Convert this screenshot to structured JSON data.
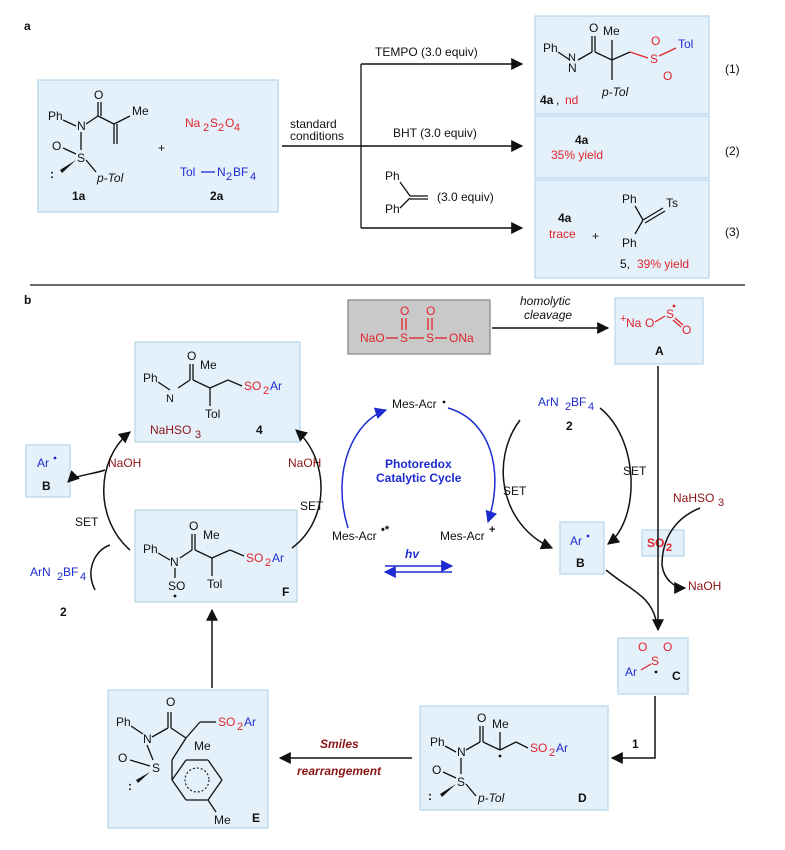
{
  "panel_a": {
    "label": "a",
    "substrate": {
      "ph": "Ph",
      "me": "Me",
      "o": "O",
      "s": "S",
      "n": "N",
      "ptol": "p-Tol",
      "lp": ":",
      "code": "1a"
    },
    "plus": "+",
    "reagent": {
      "na": "Na",
      "sub2": "2",
      "s": "S",
      "sub4": "4",
      "o": "O",
      "tol": "Tol",
      "n": "N",
      "bf": "BF",
      "code": "2a"
    },
    "conditions_1": "standard",
    "conditions_2": "conditions",
    "tempo": "TEMPO (3.0 equiv)",
    "bht": "BHT (3.0 equiv)",
    "alkene_equiv": "(3.0 equiv)",
    "product_4a": "4a",
    "nd": "nd",
    "sep": ",",
    "yield_35": "35% yield",
    "trace": "trace",
    "plus2": "+",
    "code_5": "5,",
    "yield_39": "39% yield",
    "ts": "Ts",
    "tol2": "Tol",
    "eq1": "(1)",
    "eq2": "(2)",
    "eq3": "(3)"
  },
  "panel_b": {
    "label": "b",
    "dithionite": {
      "nao": "NaO",
      "s": "S",
      "ona": "ONa",
      "o": "O"
    },
    "homolytic": "homolytic",
    "cleavage": "cleavage",
    "A": {
      "plus": "+",
      "na": "Na",
      "o": "O",
      "s": "S",
      "code": "A"
    },
    "product4": {
      "code": "4",
      "nahso3": "NaHSO",
      "sub3": "3",
      "so2ar": "SO",
      "ar": "Ar",
      "tol": "Tol"
    },
    "mes_acr": "Mes-Acr",
    "mes_acr_star": "Mes-Acr",
    "mes_acr_plus": "Mes-Acr",
    "photoredox_1": "Photoredox",
    "photoredox_2": "Catalytic Cycle",
    "hv": "hv",
    "arn2bf4": "ArN",
    "n2bf4": "BF",
    "code2": "2",
    "set": "SET",
    "naoh": "NaOH",
    "so2": "SO",
    "B": {
      "ar": "Ar",
      "code": "B"
    },
    "C": {
      "ar": "Ar",
      "s": "S",
      "o": "O",
      "code": "C"
    },
    "D": {
      "code": "D",
      "ptol": "p-Tol"
    },
    "E": {
      "code": "E",
      "me": "Me"
    },
    "F": {
      "code": "F",
      "so": "SO"
    },
    "one": "1",
    "smiles": "Smiles",
    "rearrangement": "rearrangement"
  },
  "colors": {
    "red": "#e0242b",
    "darkred": "#8b1414",
    "blue": "#1d2bd0",
    "box": "#e4f1fb",
    "gray": "#c9c9c9"
  }
}
